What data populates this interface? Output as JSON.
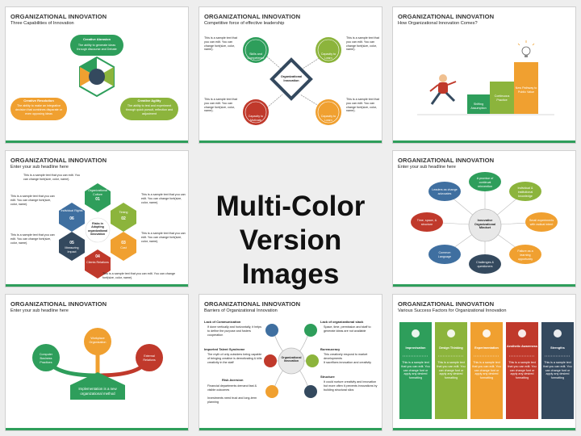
{
  "center": {
    "line1": "Multi-Color",
    "line2": "Version Images"
  },
  "slides": [
    {
      "title": "ORGANIZATIONAL INNOVATION",
      "subtitle": "Three Capabilities of Innovation",
      "items": [
        {
          "heading": "Creative Abrasion",
          "text": "The ability to generate ideas through discourse and Debate"
        },
        {
          "heading": "Creative Resolution",
          "text": "The ability to make an integrative decision that combines disparate or even opposing ideas"
        },
        {
          "heading": "Creative Agility",
          "text": "The ability to test and experiment through quick pursuit, reflection and adjustment"
        }
      ]
    },
    {
      "title": "ORGANIZATIONAL INNOVATION",
      "subtitle": "Competitive force of effective leadership",
      "center": "Organizational Innovation",
      "items": [
        "Skills and Competence",
        "Capacity to Learn",
        "Capacity to Motivate",
        "Capacity to Learn"
      ],
      "note": "This is a sample text that you can edit. You can change font(size, color, name)."
    },
    {
      "title": "ORGANIZATIONAL INNOVATION",
      "subtitle": "How Organizational Innovation Comes?",
      "steps": [
        "Shifting Assumption",
        "Continuous Practice",
        "New Pathway to Public Value"
      ]
    },
    {
      "title": "ORGANIZATIONAL INNOVATION",
      "subtitle": "Enter your sub headline here",
      "center": "Risks in Adopting organizational innovation",
      "items": [
        {
          "num": "01",
          "label": "Organizational Culture"
        },
        {
          "num": "02",
          "label": "Timing"
        },
        {
          "num": "03",
          "label": "Cost"
        },
        {
          "num": "04",
          "label": "Clients Relations"
        },
        {
          "num": "05",
          "label": "Measuring Impact"
        },
        {
          "num": "06",
          "label": "Individual Rights"
        }
      ],
      "note": "This is a sample text that you can edit. You can change font(size, color, name).",
      "note_short": "This is a sample text that you can edit. You can change font(size, color, name)."
    },
    {
      "title": "ORGANIZATIONAL INNOVATION",
      "subtitle": "Enter your sub headline here",
      "center": "Innovative Organizational Mindset",
      "items": [
        "Leaders as change advocates",
        "A promise of continual reinvention",
        "Individual & institutional knowledge",
        "Small experiments with radical intent",
        "Failure as a learning opportunity",
        "Challenges & questioners",
        "Common Language",
        "Time, space, & structure"
      ]
    },
    {
      "title": "ORGANIZATIONAL INNOVATION",
      "subtitle": "Enter your sub headline here",
      "items": [
        "Computer Business Practices",
        "Workplace Organization",
        "External Relations"
      ],
      "base": "Implementation is a new organizational method"
    },
    {
      "title": "ORGANIZATIONAL INNOVATION",
      "subtitle": "Barriers of Organizational Innovation",
      "center": "Organizational Innovation",
      "left": [
        {
          "heading": "Lack of Communication",
          "bullets": [
            "If done vertically and horizontally, it helps to define the purpose and fosters cooperation"
          ]
        },
        {
          "heading": "Imported Talent Syndrome",
          "bullets": [
            "The myth of only outsiders being capable of bringing creative is demotivating & kills creativity in the staff"
          ]
        },
        {
          "heading": "Risk Aversion",
          "bullets": [
            "Financial departments demand fast & visible outcomes",
            "Investments need trust and long-term planning"
          ]
        }
      ],
      "right": [
        {
          "heading": "Lack of organizational slack",
          "bullets": [
            "Space, time, permission and staff to generate ideas are not available"
          ]
        },
        {
          "heading": "Bureaucracy",
          "bullets": [
            "This creatively respond to market developments",
            "It sacrifices innovation and creativity"
          ]
        },
        {
          "heading": "Structure",
          "bullets": [
            "It could nurture creativity and innovation but more often it prevents innovations by building structural silos"
          ]
        }
      ]
    },
    {
      "title": "ORGANIZATIONAL INNOVATION",
      "subtitle": "Various Success Factors for Organizational Innovation",
      "columns": [
        {
          "heading": "Improvisation",
          "color": "#2e9e5b"
        },
        {
          "heading": "Design Thinking",
          "color": "#8cb43c"
        },
        {
          "heading": "Experimentation",
          "color": "#f0a030"
        },
        {
          "heading": "Aesthetic Awareness",
          "color": "#c0392b"
        },
        {
          "heading": "Strengths",
          "color": "#34495e"
        }
      ],
      "column_text": "This is a sample text that you can edit. You can change font or apply any desired formatting"
    }
  ]
}
